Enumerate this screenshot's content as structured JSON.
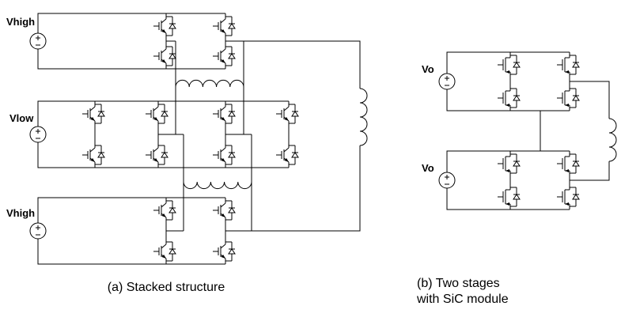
{
  "style": {
    "line_color": "#000000",
    "background_color": "#ffffff",
    "text_color": "#000000"
  },
  "symbols": {
    "transistor_left_circuit": "igbt-with-antiparallel-diode",
    "transistor_right_circuit": "sic-mosfet-with-body-diode",
    "source": "dc-voltage-source",
    "inductor": "inductor-coil",
    "transformer": "transformer-winding"
  },
  "left_circuit": {
    "label_source_top": "Vhigh",
    "label_source_middle": "Vlow",
    "label_source_bottom": "Vhigh",
    "caption": "(a) Stacked structure"
  },
  "right_circuit": {
    "label_source_top": "Vo",
    "label_source_bottom": "Vo",
    "caption_line1": "(b) Two stages",
    "caption_line2": "with SiC module"
  }
}
